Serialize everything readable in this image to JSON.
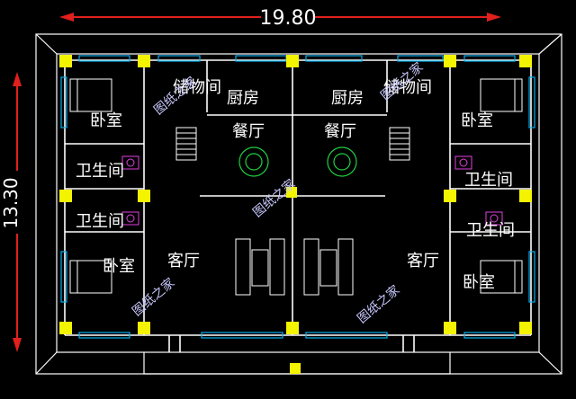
{
  "dimensions": {
    "width_label": "19.80",
    "height_label": "13.30"
  },
  "rooms": {
    "storage_left": "储物间",
    "storage_right": "储物间",
    "kitchen_left": "厨房",
    "kitchen_right": "厨房",
    "dining_left": "餐厅",
    "dining_right": "餐厅",
    "bedroom_top_left": "卧室",
    "bedroom_top_right": "卧室",
    "bedroom_bottom_left": "卧室",
    "bedroom_bottom_right": "卧室",
    "bath_top_left": "卫生间",
    "bath_top_right": "卫生间",
    "bath_bottom_left": "卫生间",
    "bath_bottom_right": "卫生间",
    "living_left": "客厅",
    "living_right": "客厅"
  },
  "watermark": "图纸之家",
  "colors": {
    "background": "#000000",
    "wall": "#ffffff",
    "column": "#f4f400",
    "dimension_arrow": "#e0201c",
    "window": "#00b0f0",
    "room_text": "#ffffff",
    "watermark": "#c8c8ff",
    "furniture_green": "#20d040",
    "furniture_magenta": "#e040e0",
    "dim_line": "#ffffff"
  }
}
